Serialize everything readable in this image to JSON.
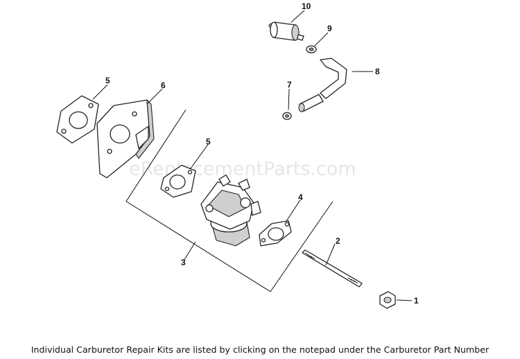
{
  "watermark": "eReplacementParts.com",
  "caption": "Individual Carburetor Repair Kits are listed by clicking on the notepad under the Carburetor Part Number",
  "callouts": {
    "c1": "1",
    "c2": "2",
    "c3": "3",
    "c4": "4",
    "c5a": "5",
    "c5b": "5",
    "c6": "6",
    "c7": "7",
    "c8": "8",
    "c9": "9",
    "c10": "10"
  }
}
